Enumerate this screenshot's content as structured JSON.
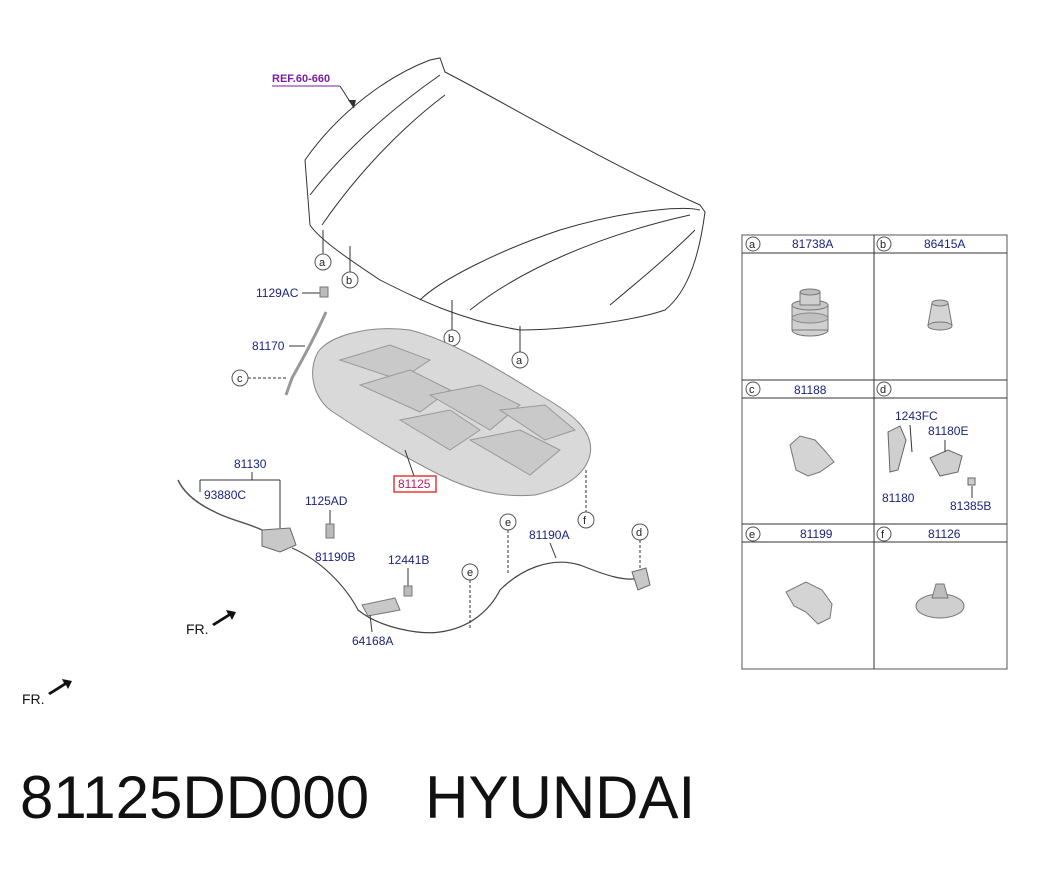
{
  "labels": {
    "ref": "REF.60-660",
    "p1129AC": "1129AC",
    "p81170": "81170",
    "p81130": "81130",
    "p93880C": "93880C",
    "p1125AD": "1125AD",
    "p81190B": "81190B",
    "p12441B": "12441B",
    "p64168A": "64168A",
    "p81190A": "81190A",
    "p81125": "81125",
    "fr1": "FR.",
    "fr2": "FR."
  },
  "callouts": {
    "a": "a",
    "b": "b",
    "c": "c",
    "d": "d",
    "e": "e",
    "f": "f"
  },
  "table": {
    "cells": [
      {
        "letter": "a",
        "part": "81738A"
      },
      {
        "letter": "b",
        "part": "86415A"
      },
      {
        "letter": "c",
        "part": "81188"
      },
      {
        "letter": "d",
        "part": ""
      },
      {
        "letter": "e",
        "part": "81199"
      },
      {
        "letter": "f",
        "part": "81126"
      }
    ],
    "d_sub": {
      "p1243FC": "1243FC",
      "p81180E": "81180E",
      "p81180": "81180",
      "p81385B": "81385B"
    }
  },
  "caption": {
    "part_number": "81125DD000",
    "brand": "HYUNDAI"
  },
  "colors": {
    "label": "#1a237e",
    "ref": "#7b1fa2",
    "highlight_box": "#e53935",
    "part_fill": "#d9d9d9"
  }
}
